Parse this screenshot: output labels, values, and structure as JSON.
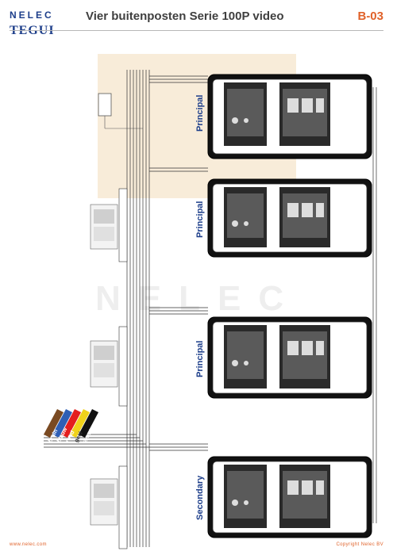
{
  "header": {
    "brand_top": "NELEC",
    "brand_bottom": "TEGUI",
    "title": "Vier buitenposten Serie 100P video",
    "code": "B-03"
  },
  "panels": [
    {
      "label": "Principal"
    },
    {
      "label": "Principal"
    },
    {
      "label": "Principal"
    },
    {
      "label": "Secondary"
    }
  ],
  "wires": [
    {
      "label": "bruin",
      "color": "#7a4a22"
    },
    {
      "label": "blauw",
      "color": "#2f5fb5"
    },
    {
      "label": "rood",
      "color": "#e41e1e"
    },
    {
      "label": "geel",
      "color": "#f0d21a"
    },
    {
      "label": "zwart",
      "color": "#111111"
    }
  ],
  "watermark": "NELEC",
  "footer": {
    "left": "www.nelec.com",
    "right": "Copyright Nelec BV"
  },
  "colors": {
    "brand": "#1d3e8a",
    "accent": "#e0622a",
    "zone": "#f8ecd9"
  }
}
